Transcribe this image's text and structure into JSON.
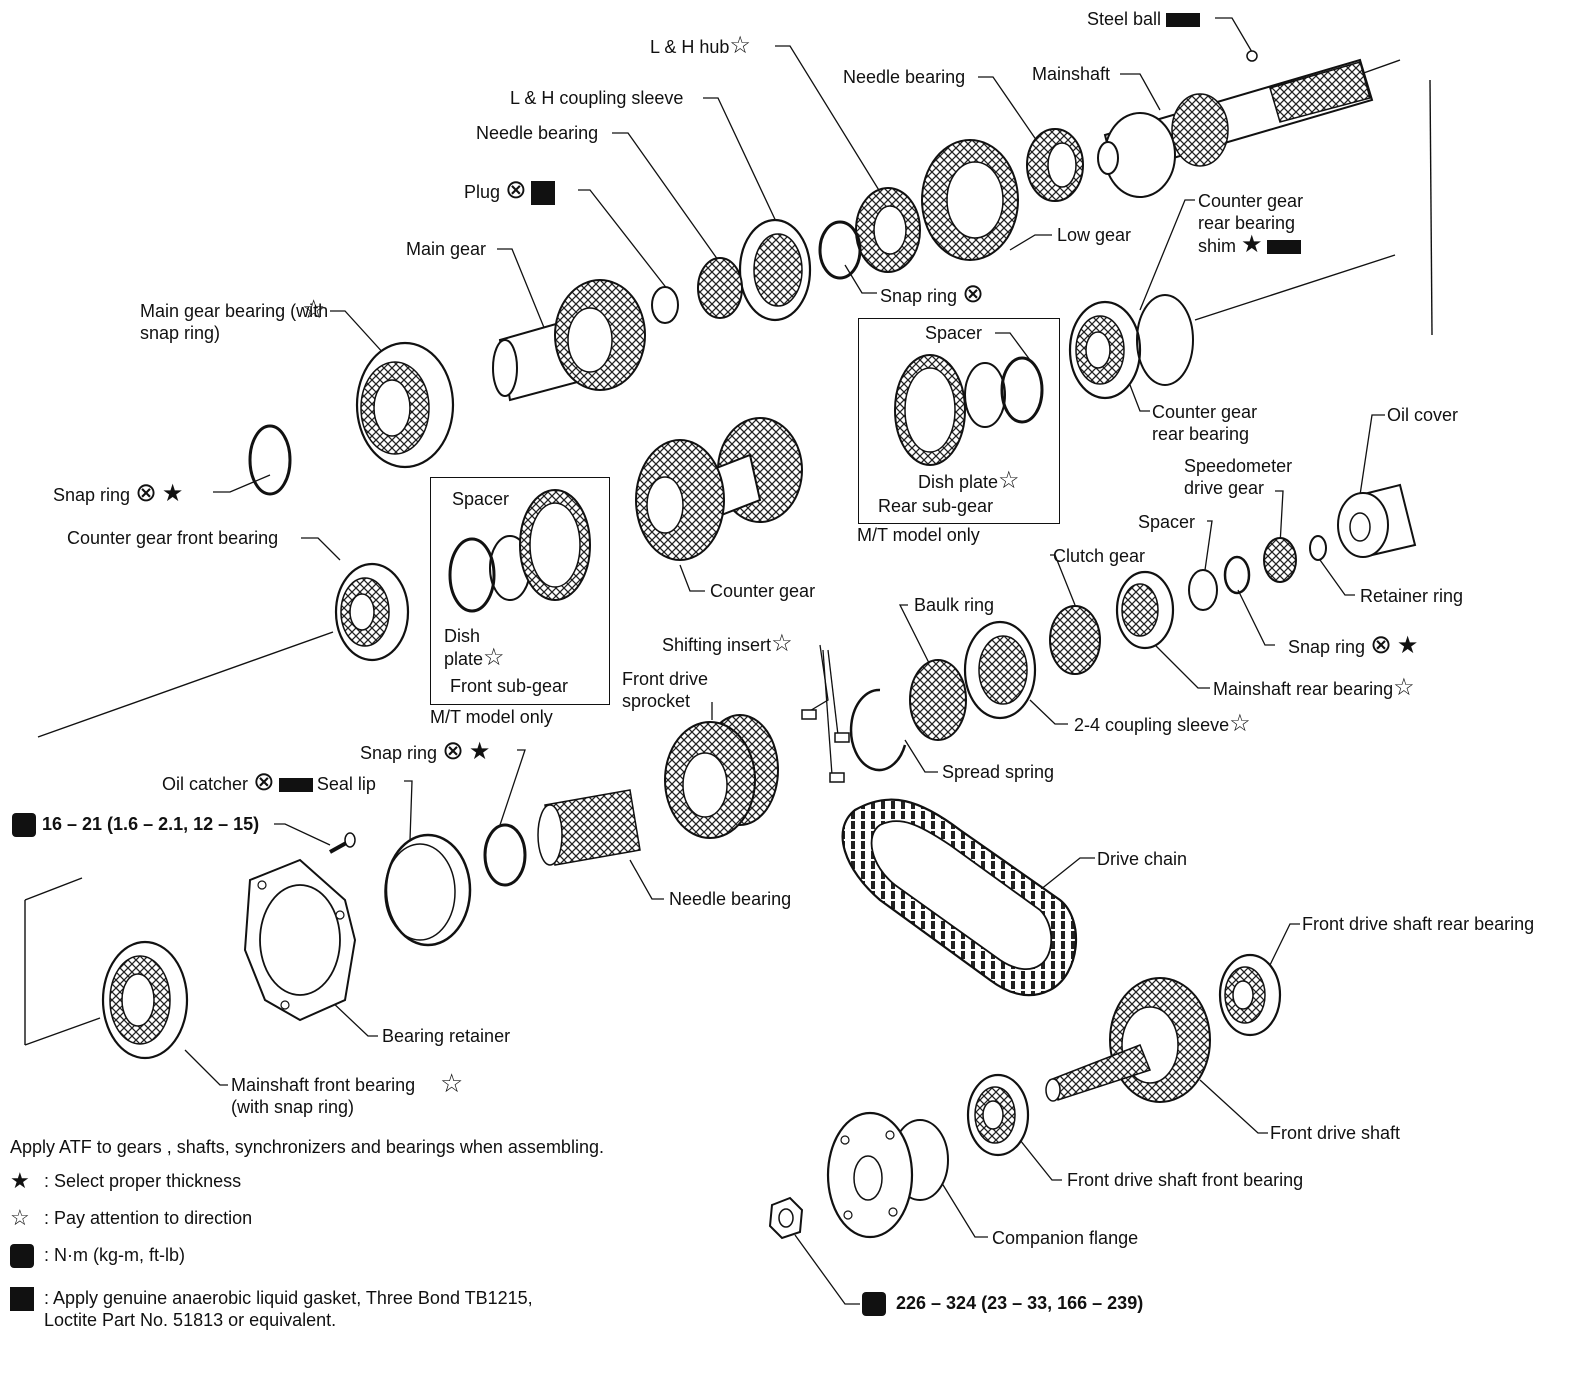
{
  "labels": {
    "steel_ball": "Steel ball",
    "lh_hub": "L & H hub",
    "needle_bearing_top": "Needle bearing",
    "mainshaft": "Mainshaft",
    "lh_coupling_sleeve": "L & H coupling sleeve",
    "needle_bearing_upper": "Needle bearing",
    "plug": "Plug",
    "main_gear": "Main gear",
    "low_gear": "Low gear",
    "snap_ring_top": "Snap ring",
    "counter_gear_rear_bearing_shim": "Counter gear rear bearing shim",
    "main_gear_bearing": "Main gear bearing (with snap ring)",
    "spacer_rt": "Spacer",
    "dish_plate_rt": "Dish plate",
    "rear_sub_gear": "Rear sub-gear",
    "mt_model_only_right": "M/T model only",
    "counter_gear_rear_bearing": "Counter gear rear bearing",
    "oil_cover": "Oil cover",
    "speedometer_drive_gear": "Speedometer drive gear",
    "snap_ring_left": "Snap ring",
    "spacer_lt": "Spacer",
    "counter_gear_front_bearing": "Counter gear front bearing",
    "spacer_mid": "Spacer",
    "clutch_gear": "Clutch gear",
    "counter_gear": "Counter gear",
    "baulk_ring": "Baulk ring",
    "retainer_ring": "Retainer ring",
    "dish_plate_lt": "Dish plate",
    "front_sub_gear": "Front sub-gear",
    "shifting_insert": "Shifting insert",
    "snap_ring_right": "Snap ring",
    "front_drive_sprocket": "Front drive sprocket",
    "mainshaft_rear_bearing": "Mainshaft rear bearing",
    "mt_model_only_left": "M/T model only",
    "coupling_sleeve_24": "2-4 coupling sleeve",
    "snap_ring_mid": "Snap ring",
    "oil_catcher": "Oil catcher",
    "seal_lip": "Seal lip",
    "spread_spring": "Spread spring",
    "torque_small": "16 – 21 (1.6 – 2.1, 12 – 15)",
    "drive_chain": "Drive chain",
    "needle_bearing_lower": "Needle bearing",
    "front_drive_shaft_rear_bearing": "Front drive shaft rear bearing",
    "bearing_retainer": "Bearing retainer",
    "mainshaft_front_bearing": "Mainshaft front bearing (with snap ring)",
    "front_drive_shaft": "Front drive shaft",
    "front_drive_shaft_front_bearing": "Front drive shaft front bearing",
    "companion_flange": "Companion flange",
    "torque_large": "226 – 324 (23 – 33, 166 – 239)"
  },
  "legend": {
    "intro": "Apply ATF to gears , shafts, synchronizers and bearings when assembling.",
    "select_thickness": ": Select proper thickness",
    "pay_attention": ": Pay attention to direction",
    "torque_units": ": N·m (kg-m, ft-lb)",
    "gasket": ": Apply genuine anaerobic liquid gasket, Three Bond TB1215, Loctite Part No. 51813 or equivalent."
  },
  "symbols": {
    "filled_star": "★",
    "outline_star": "☆",
    "replace": "⊗",
    "torque_icon": "wrench-torque-icon",
    "gasket_icon": "gasket-icon",
    "grease_icon": "grease-icon"
  }
}
